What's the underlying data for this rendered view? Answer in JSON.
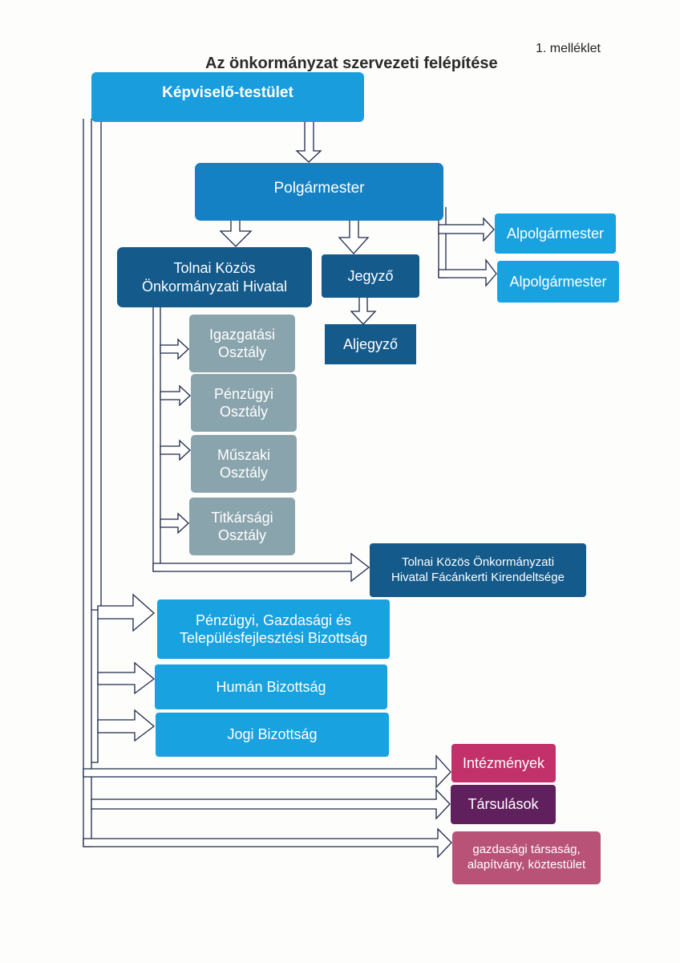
{
  "annex_label": "1. melléklet",
  "title": "Az önkormányzat szervezeti felépítése",
  "nodes": {
    "kepviselo_testulet": "Képviselő-testület",
    "polgarmester": "Polgármester",
    "alpolgarmester_1": "Alpolgármester",
    "alpolgarmester_2": "Alpolgármester",
    "hivatal": [
      "Tolnai Közös",
      "Önkormányzati Hivatal"
    ],
    "jegyzo": "Jegyző",
    "aljegyzo": "Aljegyző",
    "osztalyok": [
      [
        "Igazgatási",
        "Osztály"
      ],
      [
        "Pénzügyi",
        "Osztály"
      ],
      [
        "Műszaki",
        "Osztály"
      ],
      [
        "Titkársági",
        "Osztály"
      ]
    ],
    "kirendeltseg": [
      "Tolnai Közös Önkormányzati",
      "Hivatal Fácánkerti Kirendeltsége"
    ],
    "bizottsagok": [
      [
        "Pénzügyi, Gazdasági és",
        "Településfejlesztési Bizottság"
      ],
      [
        "Humán Bizottság"
      ],
      [
        "Jogi Bizottság"
      ]
    ],
    "intezmenyek": "Intézmények",
    "tarsulasok": "Társulások",
    "gazdasagi": [
      "gazdasági társaság,",
      "alapítvány, köztestület"
    ]
  },
  "colors": {
    "light_blue": "#1a9ddc",
    "mid_blue": "#1481c5",
    "dark_blue": "#145a8a",
    "grey_blue": "#8aa4ad",
    "crimson": "#c2316a",
    "purple": "#60205e",
    "rose": "#b85377",
    "connector_outline": "#1e2a4a"
  }
}
